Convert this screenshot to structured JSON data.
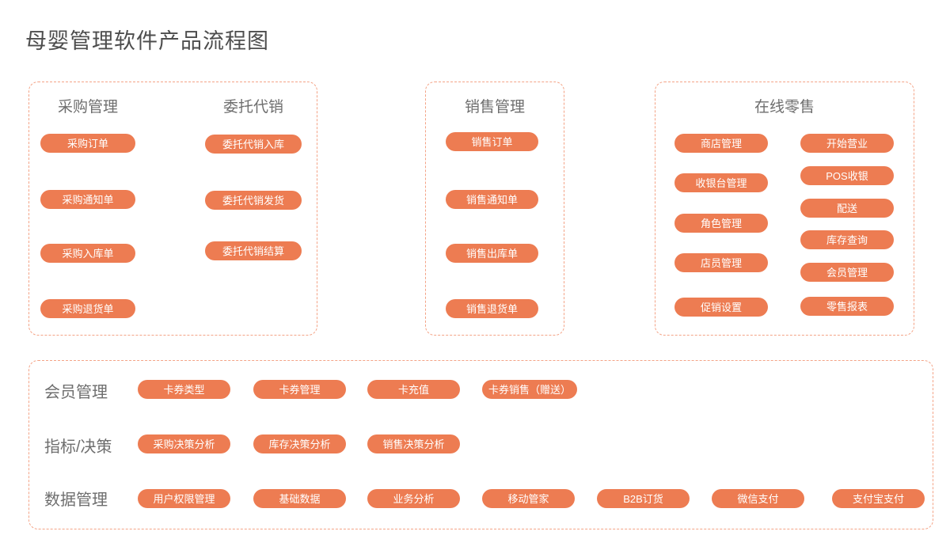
{
  "title": "母婴管理软件产品流程图",
  "colors": {
    "accent": "#ED7C52",
    "dashed_border": "#F4A386",
    "pill_text": "#FFFFFF",
    "title_text": "#4D4D4D",
    "header_text": "#6E6E6E"
  },
  "sections": {
    "purchase": {
      "header": "采购管理",
      "pills": [
        "采购订单",
        "采购通知单",
        "采购入库单",
        "采购退货单"
      ]
    },
    "consignment": {
      "header": "委托代销",
      "pills": [
        "委托代销入库",
        "委托代销发货",
        "委托代销结算"
      ]
    },
    "sales": {
      "header": "销售管理",
      "pills": [
        "销售订单",
        "销售通知单",
        "销售出库单",
        "销售退货单"
      ]
    },
    "online_retail": {
      "header": "在线零售",
      "left_pills": [
        "商店管理",
        "收银台管理",
        "角色管理",
        "店员管理",
        "促销设置"
      ],
      "right_pills": [
        "开始营业",
        "POS收银",
        "配送",
        "库存查询",
        "会员管理",
        "零售报表"
      ]
    },
    "bottom": {
      "rows": [
        {
          "label": "会员管理",
          "pills": [
            "卡券类型",
            "卡券管理",
            "卡充值",
            "卡券销售（赠送）"
          ]
        },
        {
          "label": "指标/决策",
          "pills": [
            "采购决策分析",
            "库存决策分析",
            "销售决策分析"
          ]
        },
        {
          "label": "数据管理",
          "pills": [
            "用户权限管理",
            "基础数据",
            "业务分析",
            "移动管家",
            "B2B订货",
            "微信支付",
            "支付宝支付"
          ]
        }
      ]
    }
  }
}
